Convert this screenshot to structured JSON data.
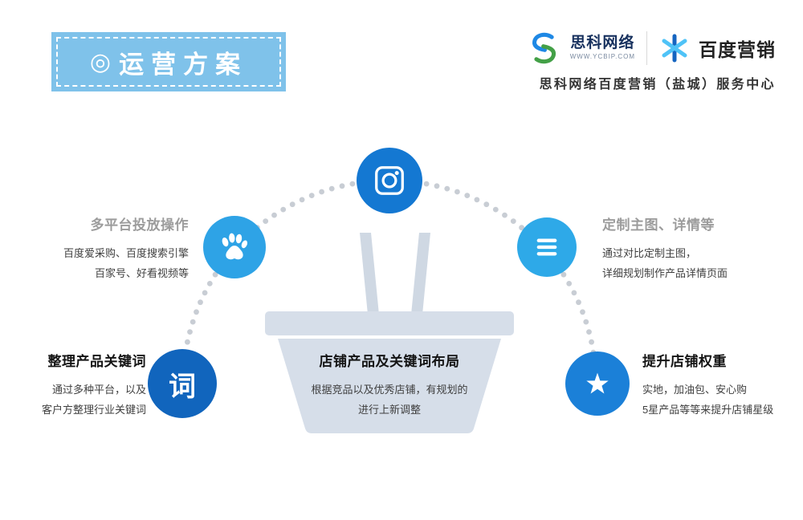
{
  "banner": {
    "icon": "◎",
    "title": "运营方案"
  },
  "brand": {
    "sike_name": "思科网络",
    "sike_url": "WWW.YCBIP.COM",
    "baidu_name": "百度营销",
    "subtitle": "思科网络百度营销（盐城）服务中心"
  },
  "diagram": {
    "nodes": {
      "camera": {
        "icon": "camera-icon",
        "color": "#1478d2"
      },
      "paw": {
        "icon": "baidu-paw-icon",
        "color": "#2ea3e6"
      },
      "menu": {
        "icon": "menu-lines-icon",
        "color": "#2ea9e8"
      },
      "word": {
        "label": "词",
        "color": "#1165bd"
      },
      "star": {
        "icon": "star-icon",
        "color": "#1b80d8"
      }
    },
    "blocks": {
      "platform": {
        "title": "多平台投放操作",
        "line1": "百度爱采购、百度搜索引擎",
        "line2": "百家号、好看视频等"
      },
      "custom": {
        "title": "定制主图、详情等",
        "line1": "通过对比定制主图，",
        "line2": "详细规划制作产品详情页面"
      },
      "keywords": {
        "title": "整理产品关键词",
        "line1": "通过多种平台，以及",
        "line2": "客户方整理行业关键词"
      },
      "layout": {
        "title": "店铺产品及关键词布局",
        "line1": "根据竞品以及优秀店铺，有规划的",
        "line2": "进行上新调整"
      },
      "weight": {
        "title": "提升店铺权重",
        "line1": "实地，加油包、安心购",
        "line2": "5星产品等等来提升店铺星级"
      }
    }
  },
  "colors": {
    "banner_bg": "#7fc2ea",
    "dot": "#c8cdd4",
    "basket": "#d6dee9",
    "basket_handle": "#cfd8e3"
  }
}
